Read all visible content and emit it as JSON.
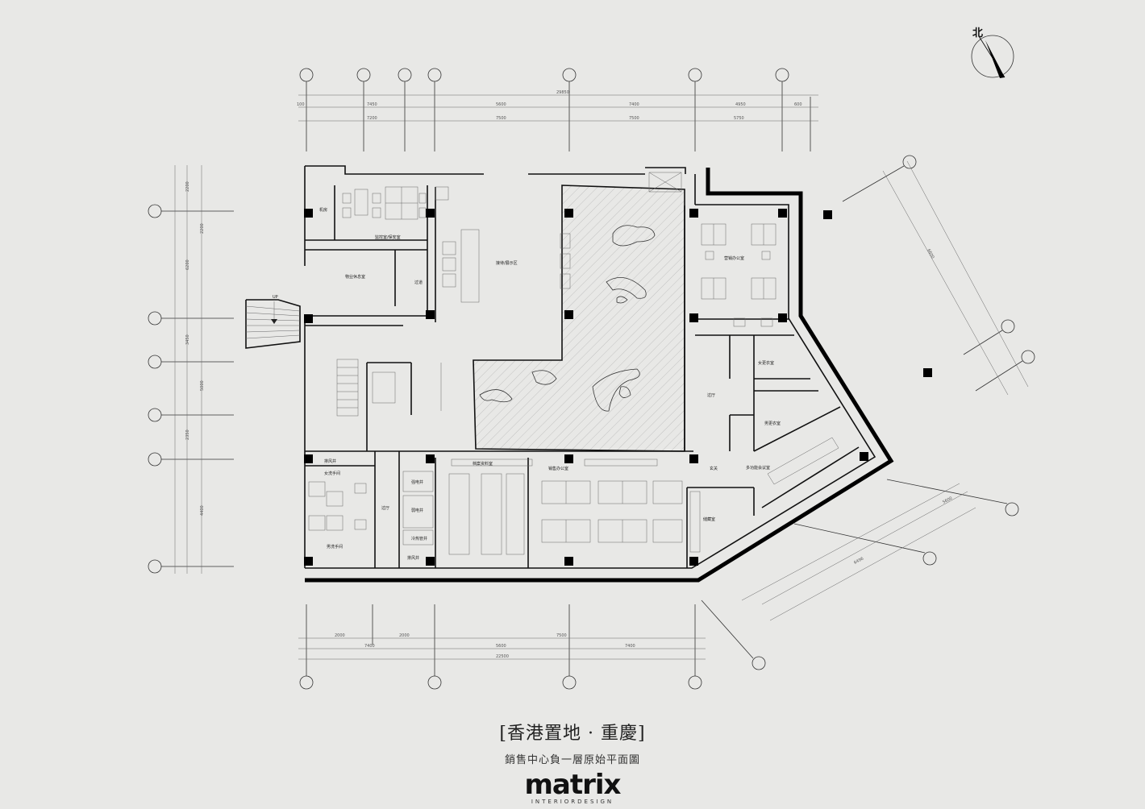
{
  "title": {
    "main": "[香港置地 · 重慶]",
    "sub": "銷售中心負一層原始平面圖"
  },
  "brand": {
    "name": "matrix",
    "tagline": "INTERIORDESIGN"
  },
  "north": "北",
  "rooms": {
    "machine": "机房",
    "security": "监控室/保安室",
    "property": "物业休息室",
    "corridor": "过道",
    "hall": "接待/展示区",
    "sales_office": "营销办公室",
    "changing_f": "女更衣室",
    "changing_m": "男更衣室",
    "lobby": "过厅",
    "meeting": "多功能会议室",
    "entrance": "玄关",
    "storage": "储藏室",
    "archive": "档案资料室",
    "finance_office": "销售办公室",
    "toilet_f": "女洗手间",
    "toilet_m": "男洗手间",
    "exhaust1": "排风井",
    "exhaust2": "排风井",
    "elec1": "强电井",
    "elec2": "弱电井",
    "water": "冷热管井",
    "hall2": "过厅",
    "up": "UP"
  },
  "dims": {
    "top_total": "29850",
    "top_a": "7450",
    "top_b": "5600",
    "top_c": "7400",
    "top_d": "4950",
    "top_e": "600",
    "top_f": "100",
    "top_sub_a": "7200",
    "top_sub_b": "7500",
    "top_sub_c": "7500",
    "top_sub_d": "5750",
    "bot_a": "2000",
    "bot_b": "2000",
    "bot_c": "7400",
    "bot_d": "5600",
    "bot_e": "7500",
    "bot_f": "7400",
    "bot_total": "22500",
    "left_a": "2200",
    "left_b": "2200",
    "left_c": "6200",
    "left_d": "3450",
    "left_e": "5000",
    "left_f": "2350",
    "left_g": "4400",
    "diag_a": "6600",
    "diag_b": "5600",
    "diag_c": "6496"
  }
}
